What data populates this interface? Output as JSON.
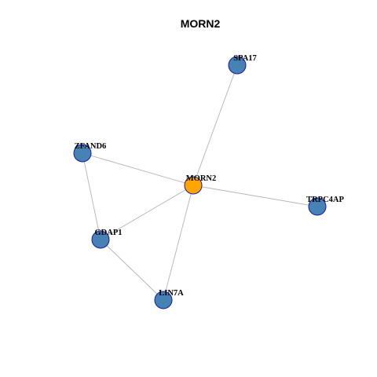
{
  "graph": {
    "title": "MORN2",
    "colors": {
      "hub_fill": "#FFA500",
      "node_fill": "#4682B4",
      "node_stroke": "#1A1AA8",
      "edge": "#B3B3B3"
    },
    "nodes": [
      {
        "id": "MORN2",
        "label": "MORN2",
        "role": "hub"
      },
      {
        "id": "SPA17",
        "label": "SPA17",
        "role": "neighbor"
      },
      {
        "id": "ZFAND6",
        "label": "ZFAND6",
        "role": "neighbor"
      },
      {
        "id": "TRPC4AP",
        "label": "TRPC4AP",
        "role": "neighbor"
      },
      {
        "id": "GDAP1",
        "label": "GDAP1",
        "role": "neighbor"
      },
      {
        "id": "LIN7A",
        "label": "LIN7A",
        "role": "neighbor"
      }
    ],
    "edges": [
      {
        "source": "MORN2",
        "target": "SPA17"
      },
      {
        "source": "MORN2",
        "target": "ZFAND6"
      },
      {
        "source": "MORN2",
        "target": "TRPC4AP"
      },
      {
        "source": "MORN2",
        "target": "GDAP1"
      },
      {
        "source": "MORN2",
        "target": "LIN7A"
      },
      {
        "source": "ZFAND6",
        "target": "GDAP1"
      },
      {
        "source": "GDAP1",
        "target": "LIN7A"
      }
    ]
  }
}
